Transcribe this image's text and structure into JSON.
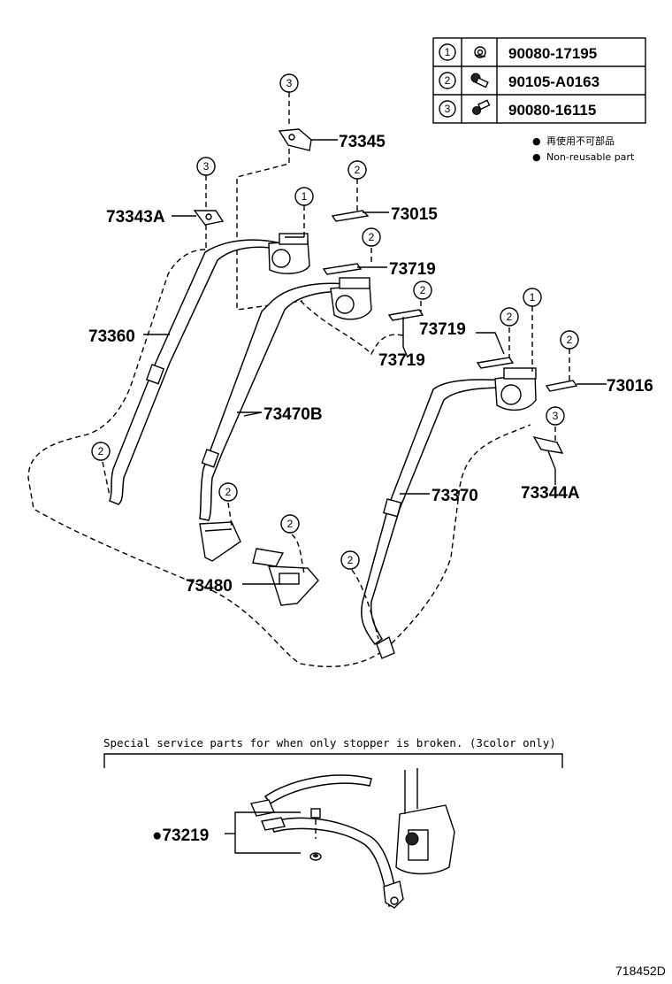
{
  "legend": {
    "rows": [
      {
        "num": "1",
        "part": "90080-17195"
      },
      {
        "num": "2",
        "part": "90105-A0163"
      },
      {
        "num": "3",
        "part": "90080-16115"
      }
    ],
    "note_bullet": "●",
    "note_jp": "再使用不可部品",
    "note_en": "Non-reusable part"
  },
  "labels": {
    "p73345": "73345",
    "p73343A": "73343A",
    "p73015": "73015",
    "p73719a": "73719",
    "p73719b": "73719",
    "p73719c": "73719",
    "p73360": "73360",
    "p73470B": "73470B",
    "p73016": "73016",
    "p73370": "73370",
    "p73344A": "73344A",
    "p73480": "73480",
    "p73219": "●73219"
  },
  "callouts": {
    "one": "1",
    "two": "2",
    "three": "3"
  },
  "special_note": "Special service parts for when only stopper is broken. (3color only)",
  "diagram_code": "718452D"
}
